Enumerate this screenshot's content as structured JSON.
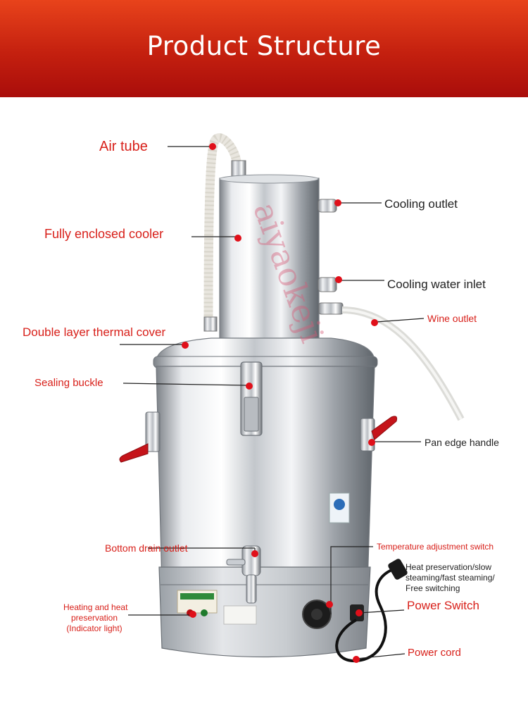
{
  "header": {
    "title": "Product Structure"
  },
  "labels": {
    "air_tube": "Air tube",
    "fully_enclosed_cooler": "Fully enclosed cooler",
    "double_layer_thermal_cover": "Double layer thermal cover",
    "sealing_buckle": "Sealing buckle",
    "cooling_outlet": "Cooling outlet",
    "cooling_water_inlet": "Cooling water inlet",
    "wine_outlet": "Wine outlet",
    "pan_edge_handle": "Pan edge handle",
    "bottom_drain_outlet": "Bottom drain outlet",
    "temperature_adjustment_switch": "Temperature adjustment switch",
    "heat_modes": [
      "Heat preservation/slow",
      "steaming/fast steaming/",
      "Free switching"
    ],
    "power_switch": "Power Switch",
    "heating_indicator": [
      "Heating and heat",
      "preservation",
      "(Indicator light)"
    ],
    "power_cord": "Power cord"
  },
  "watermark": "aiyaokeji",
  "colors": {
    "banner": "#c4200f",
    "accent": "#d8201a",
    "dot": "#e0101a",
    "steel": "#c9cdd2"
  }
}
